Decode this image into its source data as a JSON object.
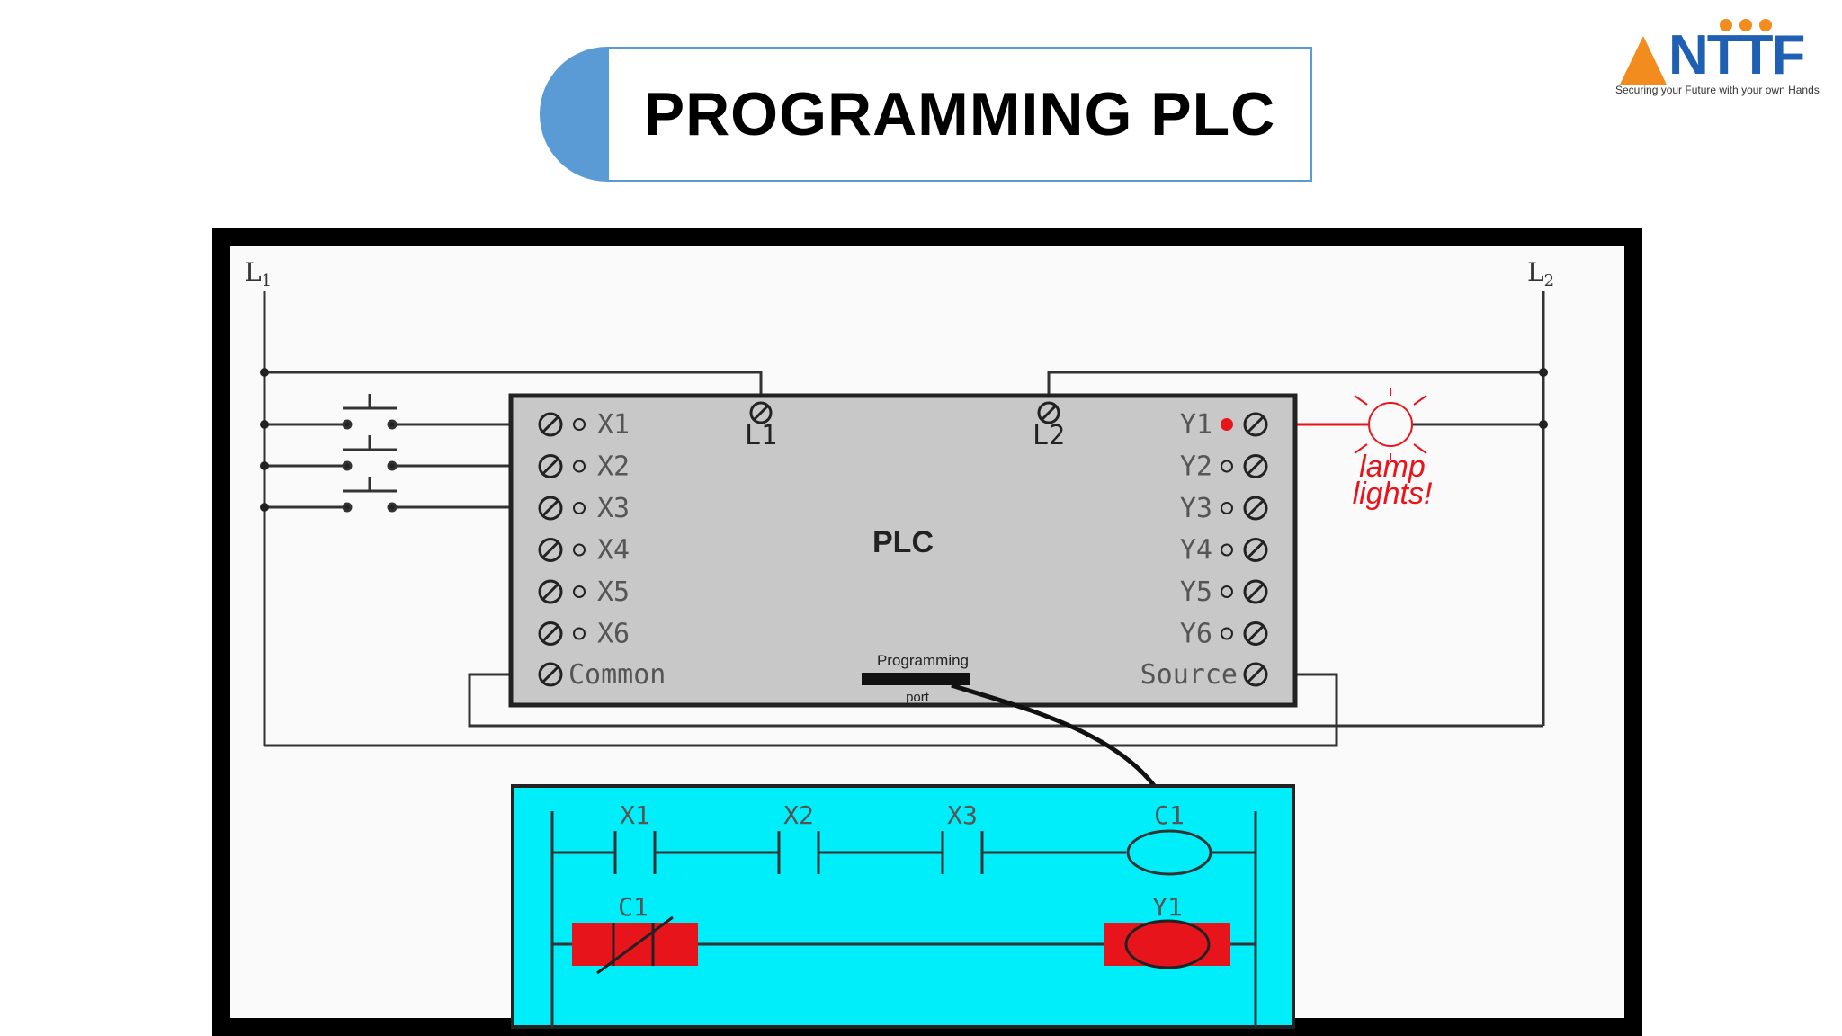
{
  "slide": {
    "title": "PROGRAMMING PLC",
    "logo_text": "NTTF",
    "logo_tagline": "Securing your Future with your own Hands"
  },
  "diagram": {
    "rail_left": "L",
    "rail_left_sub": "1",
    "rail_right": "L",
    "rail_right_sub": "2",
    "plc_label": "PLC",
    "inputs": [
      "X1",
      "X2",
      "X3",
      "X4",
      "X5",
      "X6"
    ],
    "outputs": [
      "Y1",
      "Y2",
      "Y3",
      "Y4",
      "Y5",
      "Y6"
    ],
    "power_terminals": [
      "L1",
      "L2"
    ],
    "common_label": "Common",
    "source_label": "Source",
    "port_label_top": "Programming",
    "port_label_bottom": "port",
    "lamp_text_1": "lamp",
    "lamp_text_2": "lights!",
    "ladder_rung1": [
      "X1",
      "X2",
      "X3",
      "C1"
    ],
    "ladder_rung2": [
      "C1",
      "Y1"
    ],
    "colors": {
      "frame": "#000000",
      "plc_body": "#c8c8c8",
      "ladder_bg": "#00eefa",
      "active": "#e8141c",
      "line": "#333333"
    }
  }
}
